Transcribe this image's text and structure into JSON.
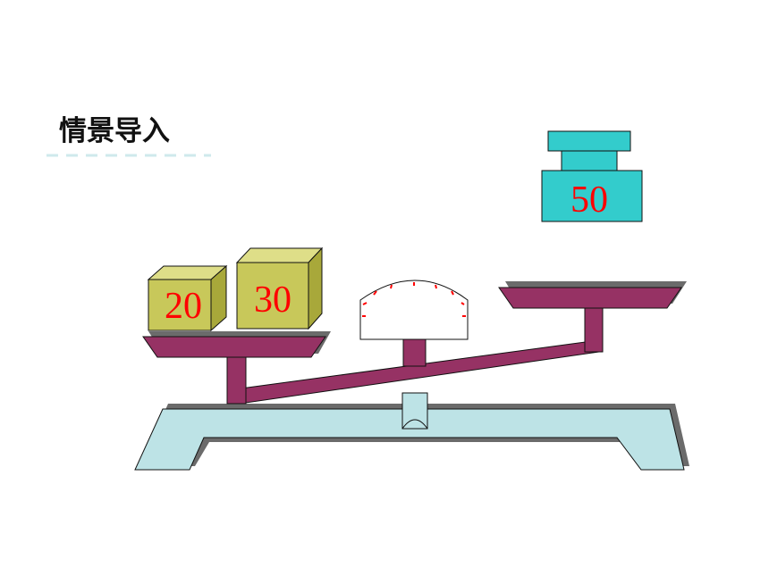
{
  "title": "情景导入",
  "blocks": {
    "left_1": "20",
    "left_2": "30",
    "weight": "50"
  },
  "colors": {
    "beam": "#963264",
    "base": "#bde3e6",
    "block_face": "#c8c85a",
    "block_top": "#dede88",
    "block_side": "#a8a83a",
    "weight": "#33cccc",
    "number": "#ff0000",
    "dash": "#cfe9ec"
  }
}
